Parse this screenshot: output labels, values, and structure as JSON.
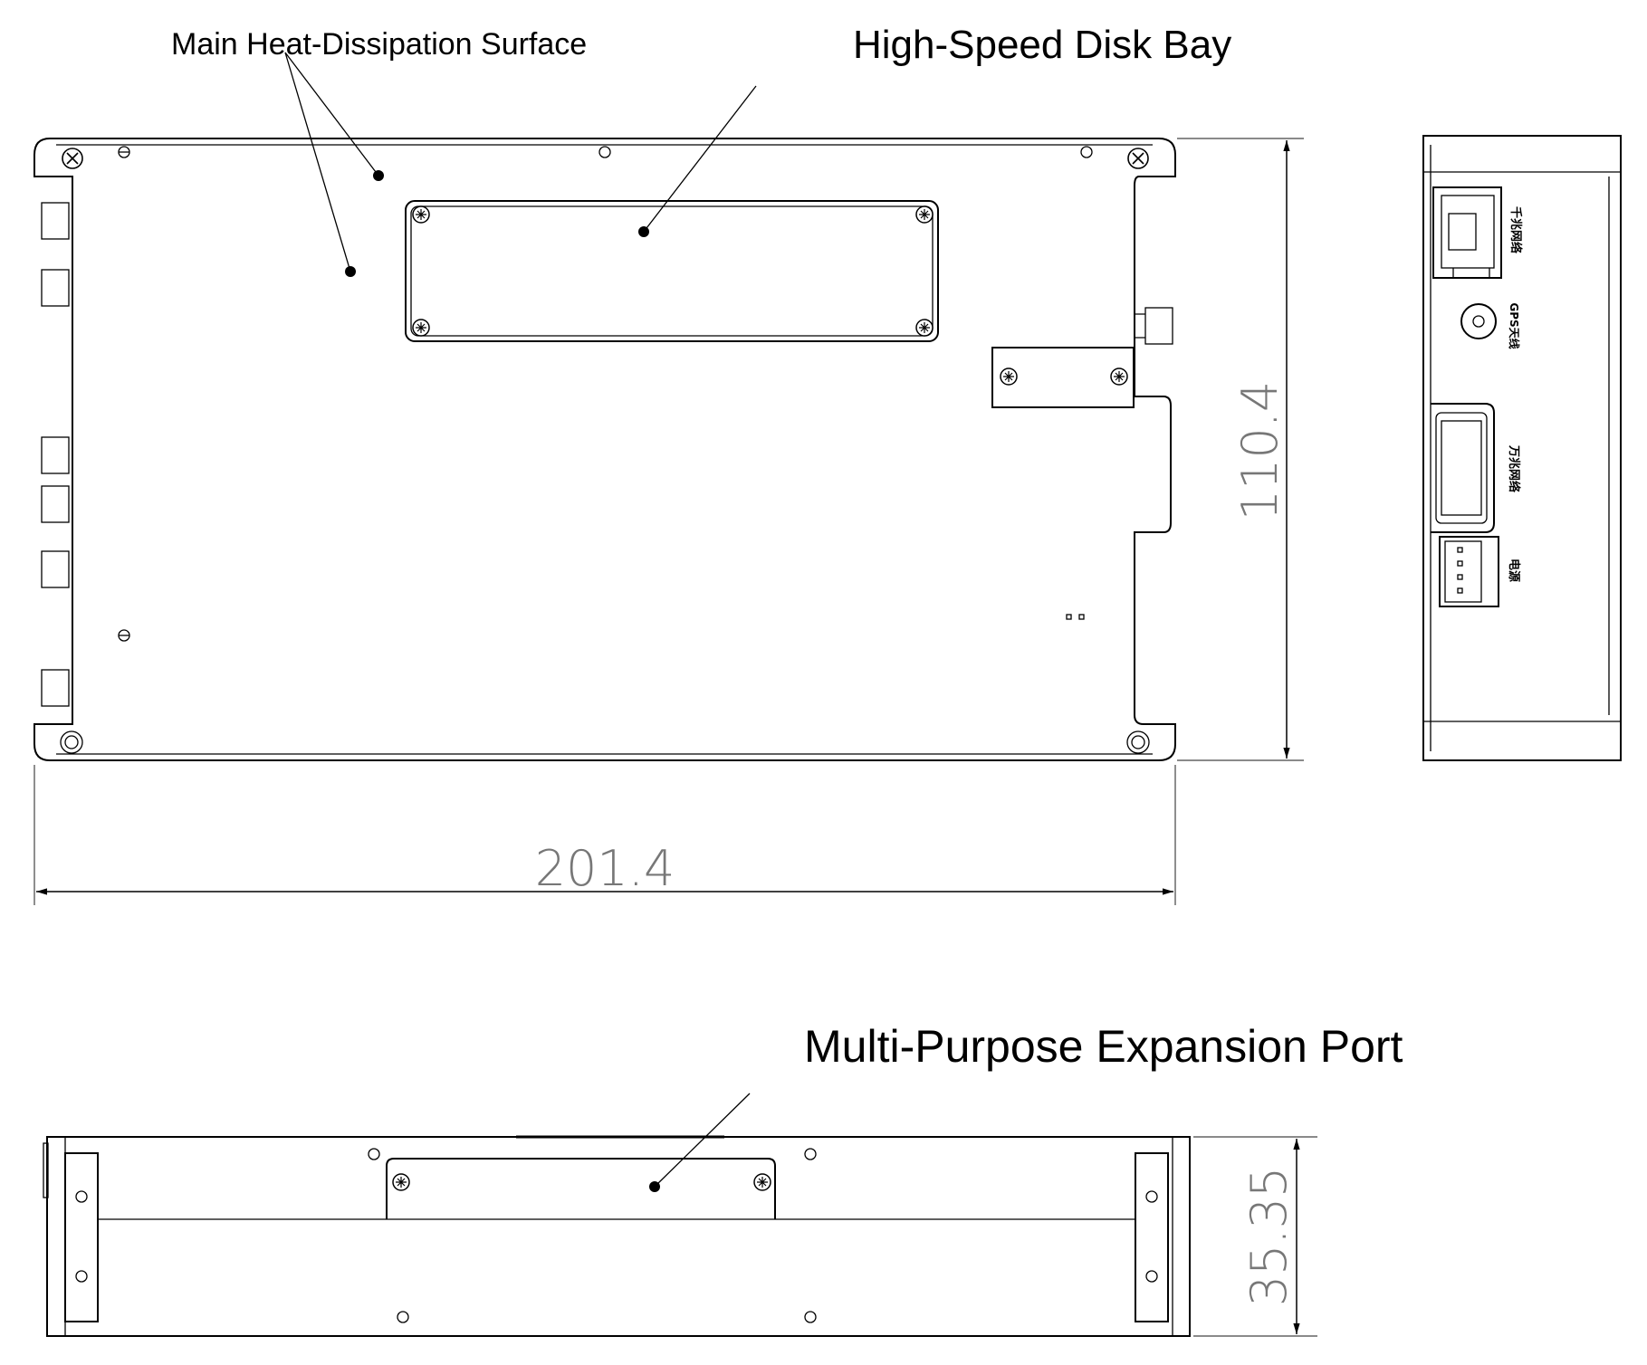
{
  "callouts": {
    "heat_surface": "Main Heat-Dissipation Surface",
    "disk_bay": "High-Speed Disk Bay",
    "expansion_port": "Multi-Purpose Expansion Port"
  },
  "dimensions": {
    "width": "201.4",
    "height": "110.4",
    "thickness": "35.35"
  },
  "side_labels": {
    "gigabit": "千兆网络",
    "gps": "GPS天线",
    "ten_gigabit": "万兆网络",
    "power": "电源"
  }
}
